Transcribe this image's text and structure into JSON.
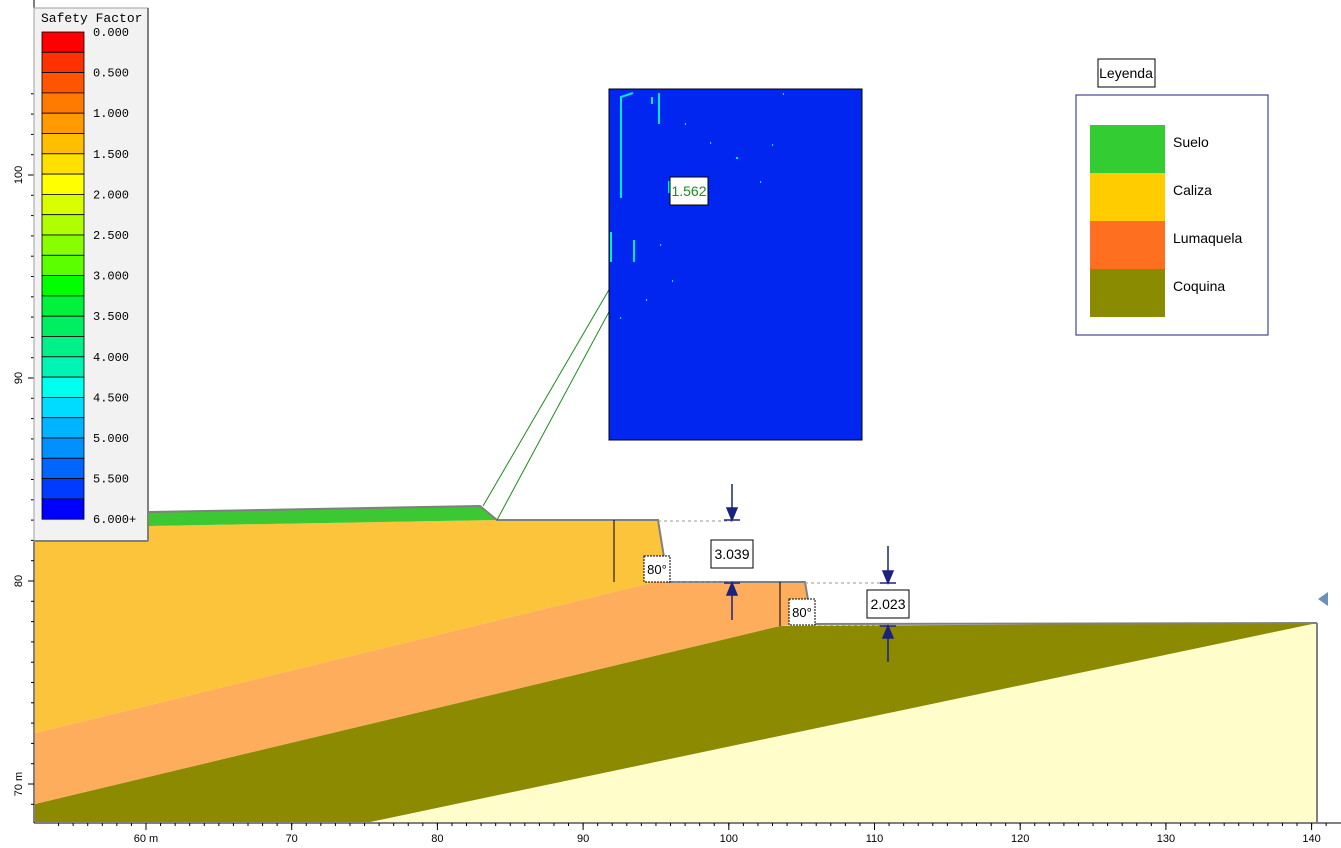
{
  "legend_safety": {
    "title": "Safety Factor",
    "swatches": [
      "#ff0000",
      "#ff3100",
      "#ff5500",
      "#ff7a00",
      "#ff9a00",
      "#ffbf00",
      "#ffe000",
      "#ffff00",
      "#d7ff00",
      "#b0ff00",
      "#88ff00",
      "#5bff00",
      "#00ff00",
      "#00f23c",
      "#00ef62",
      "#00f08a",
      "#00f5b4",
      "#00fff0",
      "#00dcff",
      "#00b4ff",
      "#0091ff",
      "#0066ff",
      "#003cff",
      "#0000ff"
    ],
    "labels": [
      "0.000",
      "0.500",
      "1.000",
      "1.500",
      "2.000",
      "2.500",
      "3.000",
      "3.500",
      "4.000",
      "4.500",
      "5.000",
      "5.500",
      "6.000+"
    ]
  },
  "materials_legend": {
    "title": "Leyenda",
    "items": [
      {
        "label": "Suelo",
        "color": "#33cc33"
      },
      {
        "label": "Caliza",
        "color": "#ffcc00"
      },
      {
        "label": "Lumaquela",
        "color": "#ff6f20"
      },
      {
        "label": "Coquina",
        "color": "#8b8b00"
      }
    ]
  },
  "colors": {
    "suelo": "#3cc832",
    "caliza": "#fcc43a",
    "lumaquela": "#fdad5c",
    "coquina": "#8c8a00",
    "base": "#fffecb",
    "inset": "#0026f0",
    "slip": "#1e8c1e"
  },
  "annotations": {
    "fs_value": "1.562",
    "dim1": "3.039",
    "dim2": "2.023",
    "angle1": "80°",
    "angle2": "80°"
  },
  "axes": {
    "x_ticks": [
      {
        "label": "60 m",
        "value": 60
      },
      {
        "label": "70",
        "value": 70
      },
      {
        "label": "80",
        "value": 80
      },
      {
        "label": "90",
        "value": 90
      },
      {
        "label": "100",
        "value": 100
      },
      {
        "label": "110",
        "value": 110
      },
      {
        "label": "120",
        "value": 120
      },
      {
        "label": "130",
        "value": 130
      },
      {
        "label": "140",
        "value": 140
      }
    ],
    "y_ticks": [
      {
        "label": "100",
        "value": 100
      },
      {
        "label": "90",
        "value": 90
      },
      {
        "label": "80",
        "value": 80
      },
      {
        "label": "70 m",
        "value": 70
      }
    ]
  }
}
